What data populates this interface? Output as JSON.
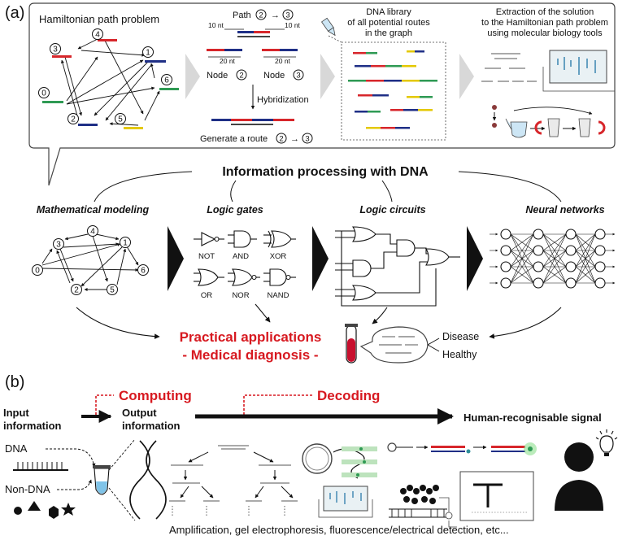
{
  "panel_a": {
    "label": "(a)",
    "hamiltonian_title": "Hamiltonian path problem",
    "graph_nodes": [
      "0",
      "1",
      "2",
      "3",
      "4",
      "5",
      "6"
    ],
    "path_label_prefix": "Path",
    "path_node_from": "2",
    "path_node_to": "3",
    "nt10_left": "10 nt",
    "nt10_right": "10 nt",
    "nt20_left": "20 nt",
    "nt20_right": "20 nt",
    "node_word": "Node",
    "node_left_num": "2",
    "node_right_num": "3",
    "hybridization": "Hybridization",
    "generate_route": "Generate a route",
    "route_from": "2",
    "route_to": "3",
    "library_line1": "DNA library",
    "library_line2": "of all potential routes",
    "library_line3": "in the graph",
    "extraction_line1": "Extraction of the solution",
    "extraction_line2": "to the Hamiltonian path problem",
    "extraction_line3": "using molecular biology tools",
    "info_processing": "Information processing with DNA",
    "categories": [
      "Mathematical modeling",
      "Logic gates",
      "Logic circuits",
      "Neural networks"
    ],
    "gates": [
      "NOT",
      "AND",
      "XOR",
      "OR",
      "NOR",
      "NAND"
    ],
    "practical_line1": "Practical applications",
    "practical_line2": "- Medical diagnosis -",
    "outcomes": [
      "Disease",
      "Healthy"
    ]
  },
  "panel_b": {
    "label": "(b)",
    "computing": "Computing",
    "decoding": "Decoding",
    "input_line1": "Input",
    "input_line2": "information",
    "output_line1": "Output",
    "output_line2": "information",
    "human_signal": "Human-recognisable signal",
    "dna": "DNA",
    "non_dna": "Non-DNA",
    "bottom_caption": "Amplification, gel electrophoresis, fluorescence/electrical detection, etc..."
  },
  "colors": {
    "accent_red": "#d71920",
    "dna_red": "#d7262b",
    "dna_blue": "#1f2f86",
    "dna_green": "#2f9a54",
    "dna_yellow": "#e4c800",
    "arrow_gray": "#d8d8d8"
  }
}
